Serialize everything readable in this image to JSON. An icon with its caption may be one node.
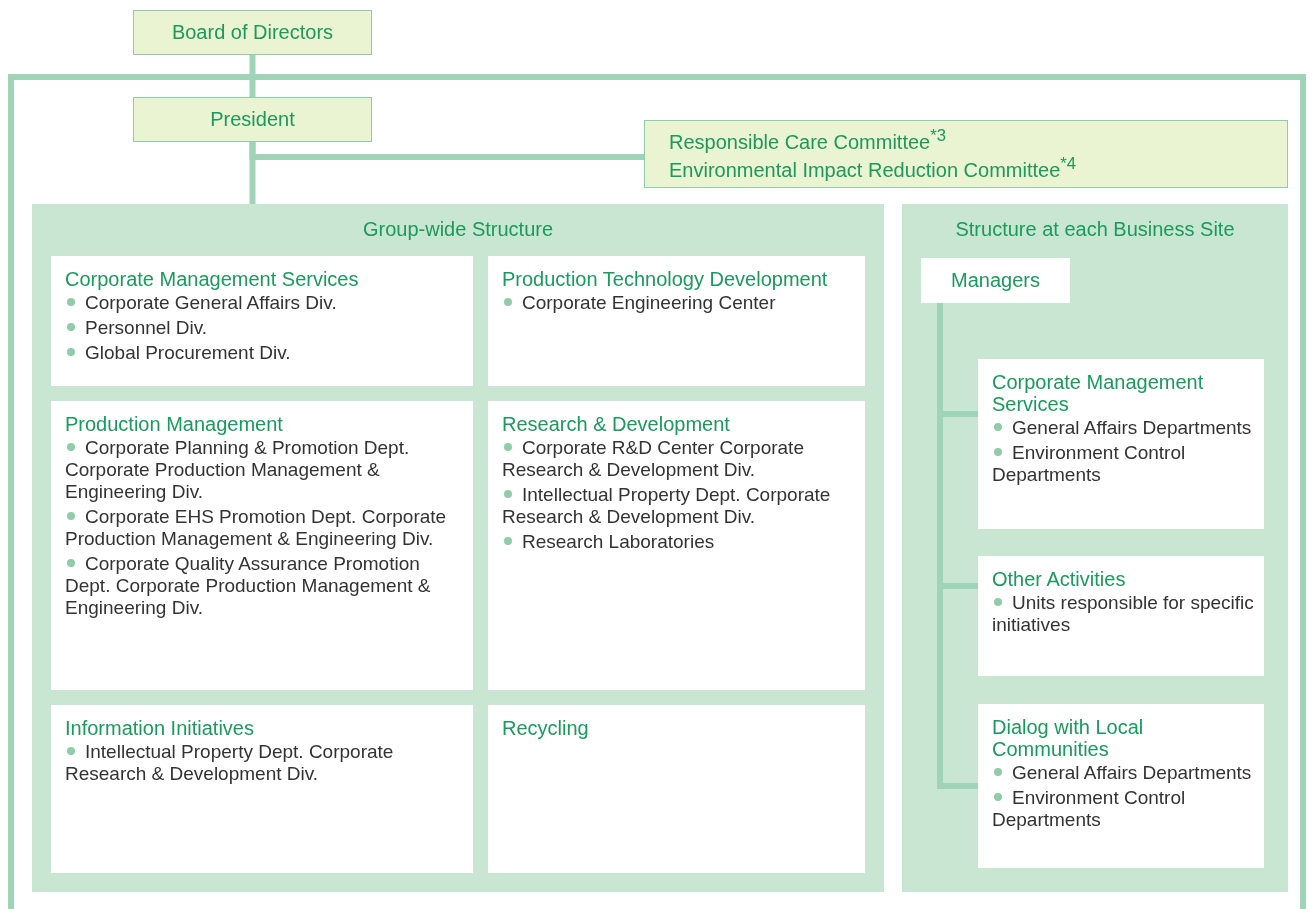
{
  "diagram": {
    "nodes": [
      {
        "text": [
          "Board of Directors"
        ]
      },
      {
        "text": [
          "President"
        ]
      },
      {
        "text": [
          "Responsible Care Committee$^{*3}$",
          "Environmental Impact Reduction Committee$^{*4}$"
        ]
      },
      {
        "text": [
          "Group-wide Structure"
        ]
      },
      {
        "text": [
          "Corporate Management Services",
          "Corporate General Affairs Div.",
          "Personnel Div.",
          "Global Procurement Div."
        ],
        "in": 3
      },
      {
        "text": [
          "Production Technology Development",
          "Corporate Engineering Center"
        ],
        "in": 3
      },
      {
        "text": [
          "Production Management",
          "Corporate Planning & Promotion Dept. Corporate Production Management & Engineering Div.",
          "Corporate EHS Promotion Dept. Corporate Production Management & Engineering Div.",
          "Corporate Quality Assurance Promotion Dept. Corporate Production Management & Engineering Div."
        ],
        "in": 3
      },
      {
        "text": [
          "Research & Development",
          "Corporate R&D Center Corporate Research & Development Div.",
          "Intellectual Property Dept. Corporate Research & Development Div.",
          "Research Laboratories"
        ],
        "in": 3
      },
      {
        "text": [
          "Information Initiatives",
          "Intellectual Property Dept. Corporate Research & Development Div."
        ],
        "in": 3
      },
      {
        "text": [
          "Recycling"
        ],
        "in": 3
      },
      {
        "text": [
          "Structure at each Business Site"
        ]
      },
      {
        "text": [
          "Managers"
        ],
        "in": 10
      },
      {
        "text": [
          "Corporate Management Services",
          "General Affairs Departments",
          "Environment Control Departments"
        ],
        "in": 10
      },
      {
        "text": [
          "Other Activities",
          "Units responsible for specific initiatives"
        ],
        "in": 10
      },
      {
        "text": [
          "Dialog with Local Communities",
          "General Affairs Departments",
          "Environment Control Departments"
        ],
        "in": 10
      }
    ],
    "edges": [
      {
        "from": 0,
        "to": 1,
        "arrow": "none"
      },
      {
        "from": 1,
        "to": 2,
        "arrow": "none"
      },
      {
        "from": 1,
        "to": 3,
        "arrow": "none"
      },
      {
        "from": 11,
        "to": 12,
        "arrow": "none"
      },
      {
        "from": 11,
        "to": 13,
        "arrow": "none"
      },
      {
        "from": 11,
        "to": 14,
        "arrow": "none"
      }
    ]
  }
}
